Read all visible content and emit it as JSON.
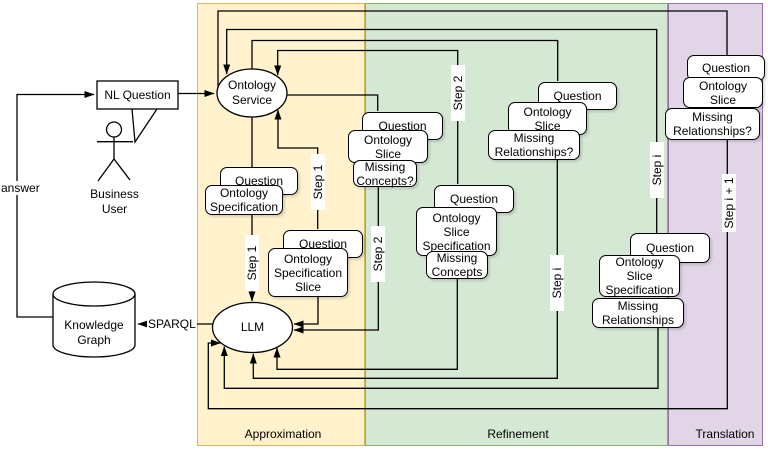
{
  "diagram": {
    "regions": [
      {
        "name": "approximation",
        "label": "Approximation",
        "fill": "#fff2cc",
        "stroke": "#d6b656"
      },
      {
        "name": "refinement",
        "label": "Refinement",
        "fill": "#d5e8d4",
        "stroke": "#82b366"
      },
      {
        "name": "translation",
        "label": "Translation",
        "fill": "#e1d5e7",
        "stroke": "#9673a6"
      }
    ],
    "nodes": {
      "nl_question": "NL Question",
      "business_user": "Business\nUser",
      "ontology_service": "Ontology\nService",
      "llm": "LLM",
      "knowledge_graph": "Knowledge\nGraph"
    },
    "edge_labels": {
      "answer": "answer",
      "sparql": "SPARQL",
      "step_1": "Step 1",
      "step_2": "Step 2",
      "step_i": "Step i",
      "step_i_plus_1": "Step i + 1"
    },
    "note_stacks": {
      "a": {
        "cards": [
          "Question",
          "Ontology\nSpecification"
        ]
      },
      "b": {
        "cards": [
          "Question",
          "Ontology\nSpecification\nSlice"
        ]
      },
      "c": {
        "cards": [
          "Question",
          "Ontology\nSlice",
          "Missing\nConcepts?"
        ]
      },
      "d": {
        "cards": [
          "Question",
          "Ontology\nSlice",
          "Missing\nRelationships?"
        ]
      },
      "e": {
        "cards": [
          "Question",
          "Ontology\nSlice\nSpecification",
          "Missing\nConcepts"
        ]
      },
      "f": {
        "cards": [
          "Question",
          "Ontology\nSlice\nSpecification",
          "Missing\nRelationships"
        ]
      },
      "g": {
        "cards": [
          "Question",
          "Ontology\nSlice",
          "Missing\nRelationships?"
        ]
      }
    },
    "line_color": "#000000",
    "shape_fill": "#ffffff"
  }
}
